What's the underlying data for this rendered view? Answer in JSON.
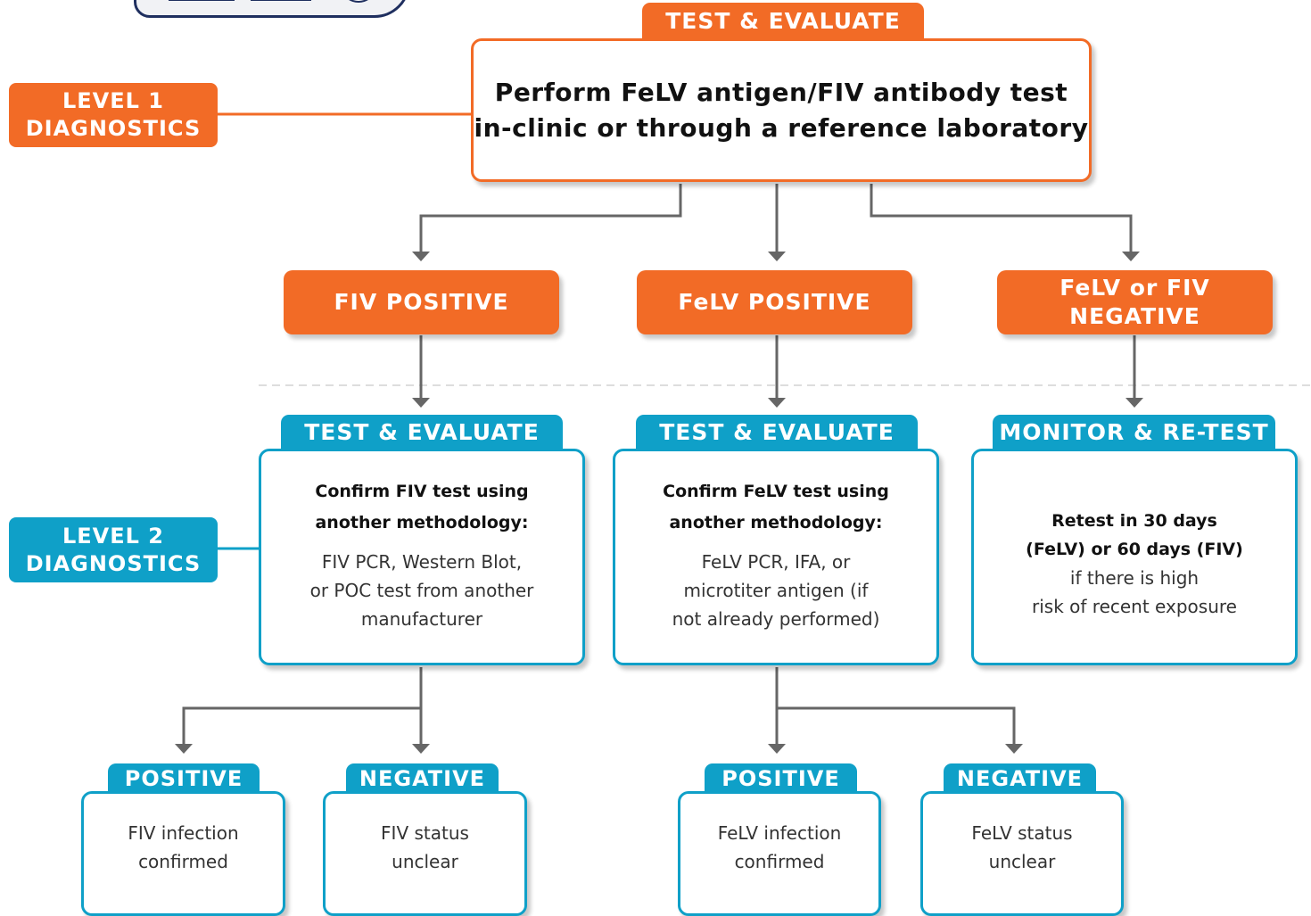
{
  "level1": {
    "label_line1": "LEVEL 1",
    "label_line2": "DIAGNOSTICS",
    "tag": "TEST & EVALUATE",
    "text_line1": "Perform FeLV antigen/FIV antibody test",
    "text_line2": "in-clinic or through a reference laboratory"
  },
  "results": [
    {
      "line1": "FIV POSITIVE",
      "line2": ""
    },
    {
      "line1": "FeLV POSITIVE",
      "line2": ""
    },
    {
      "line1": "FeLV or FIV",
      "line2": "NEGATIVE"
    }
  ],
  "level2": {
    "label_line1": "LEVEL 2",
    "label_line2": "DIAGNOSTICS",
    "cards": [
      {
        "tag": "TEST & EVALUATE",
        "bold1": "Confirm FIV test using",
        "bold2": "another methodology:",
        "text1": "FIV PCR, Western Blot,",
        "text2": "or POC test from another",
        "text3": "manufacturer"
      },
      {
        "tag": "TEST & EVALUATE",
        "bold1": "Confirm FeLV test using",
        "bold2": "another methodology:",
        "text1": "FeLV PCR, IFA, or",
        "text2": "microtiter antigen (if",
        "text3": "not already performed)"
      },
      {
        "tag": "MONITOR & RE-TEST",
        "bold1": "Retest in 30 days",
        "bold2": "(FeLV) or 60 days (FIV)",
        "text1": "if there is high",
        "text2": "risk of recent exposure"
      }
    ]
  },
  "outcomes": [
    {
      "tag": "POSITIVE",
      "line1": "FIV infection",
      "line2": "confirmed"
    },
    {
      "tag": "NEGATIVE",
      "line1": "FIV status",
      "line2": "unclear"
    },
    {
      "tag": "POSITIVE",
      "line1": "FeLV infection",
      "line2": "confirmed"
    },
    {
      "tag": "NEGATIVE",
      "line1": "FeLV status",
      "line2": "unclear"
    }
  ],
  "colors": {
    "orange": "#f26b26",
    "teal": "#0fa0c8",
    "connector": "#666666",
    "divider": "#dddddd"
  }
}
